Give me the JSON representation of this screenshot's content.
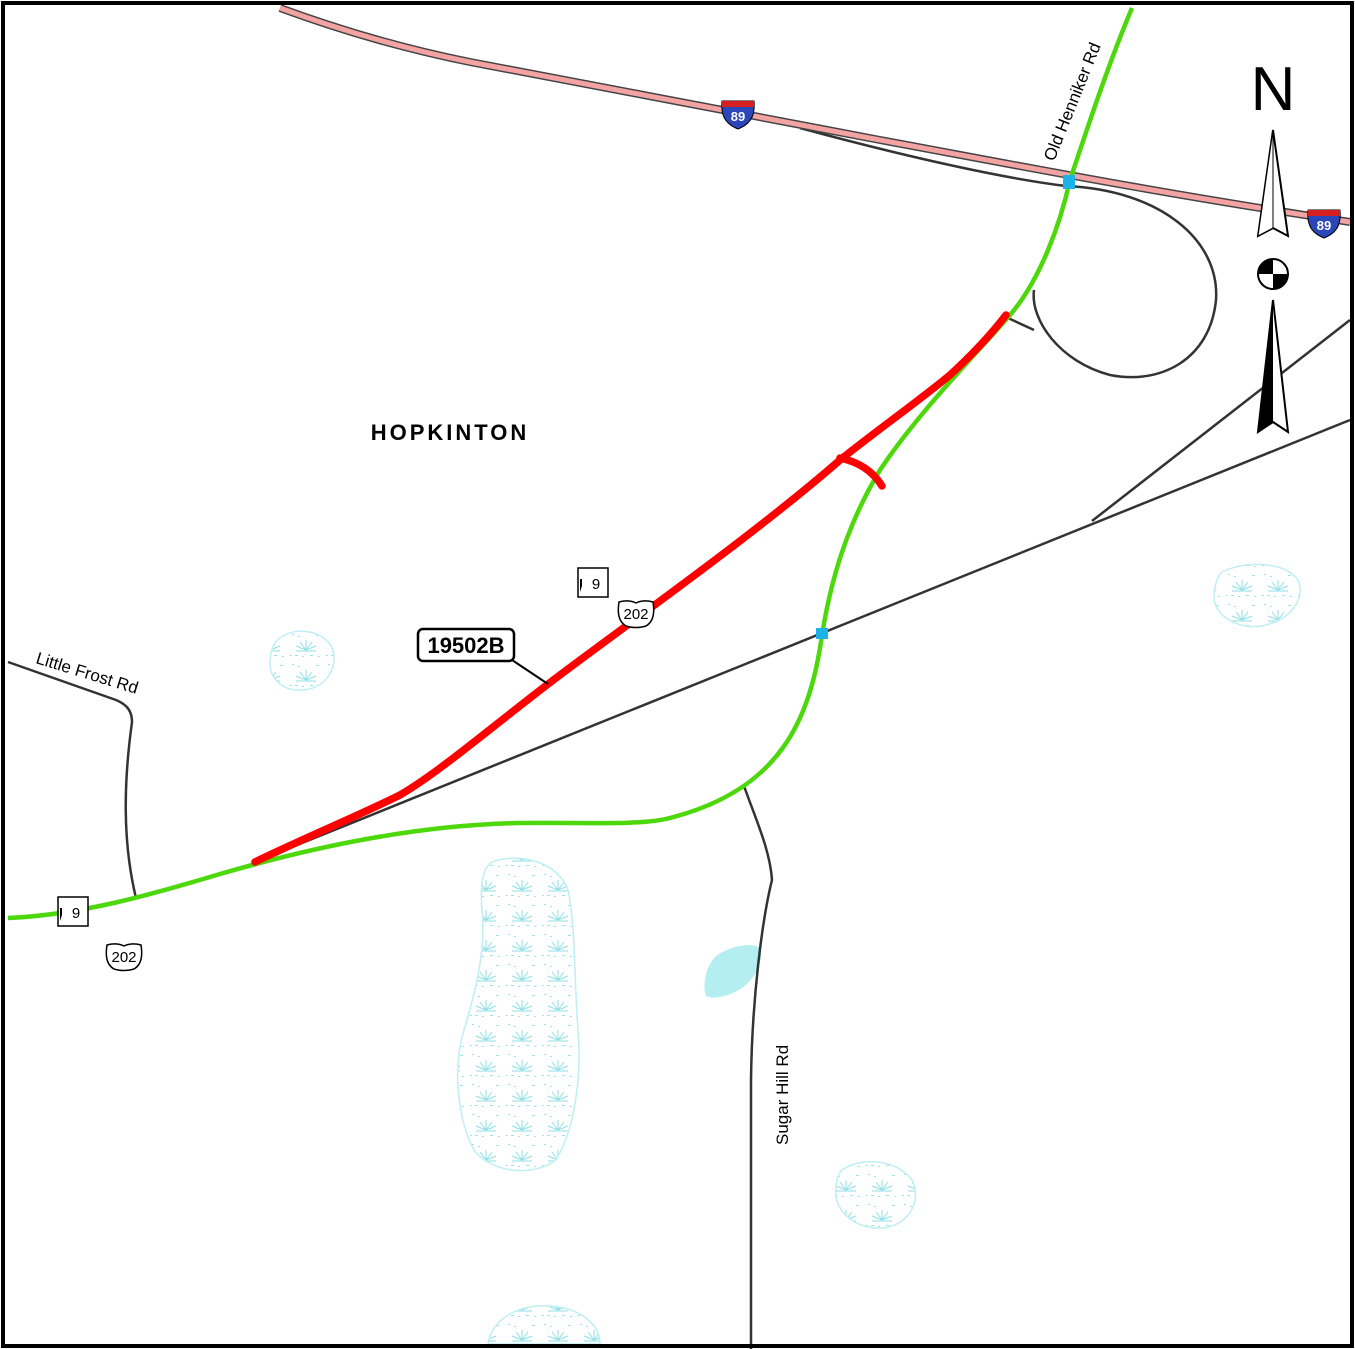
{
  "map": {
    "town_label": "HOPKINTON",
    "project_label": "19502B",
    "north_label": "N",
    "roads": {
      "old_henniker": "Old Henniker Rd",
      "little_frost": "Little Frost Rd",
      "sugar_hill": "Sugar Hill Rd"
    },
    "shields": {
      "interstate": "89",
      "us_route": "202",
      "state_route": "9"
    },
    "colors": {
      "project_segment": "#ff0000",
      "state_route": "#4cd80a",
      "interstate": "#f4a3a3",
      "local_road": "#333333",
      "water": "#b4eef0",
      "wetland": "#bfeef4",
      "marker": "#1ab2e8"
    },
    "icons": [
      "north-arrow-icon",
      "interstate-shield-icon",
      "us-route-shield-icon",
      "state-route-shield-icon",
      "wetland-icon",
      "water-body-icon"
    ]
  }
}
